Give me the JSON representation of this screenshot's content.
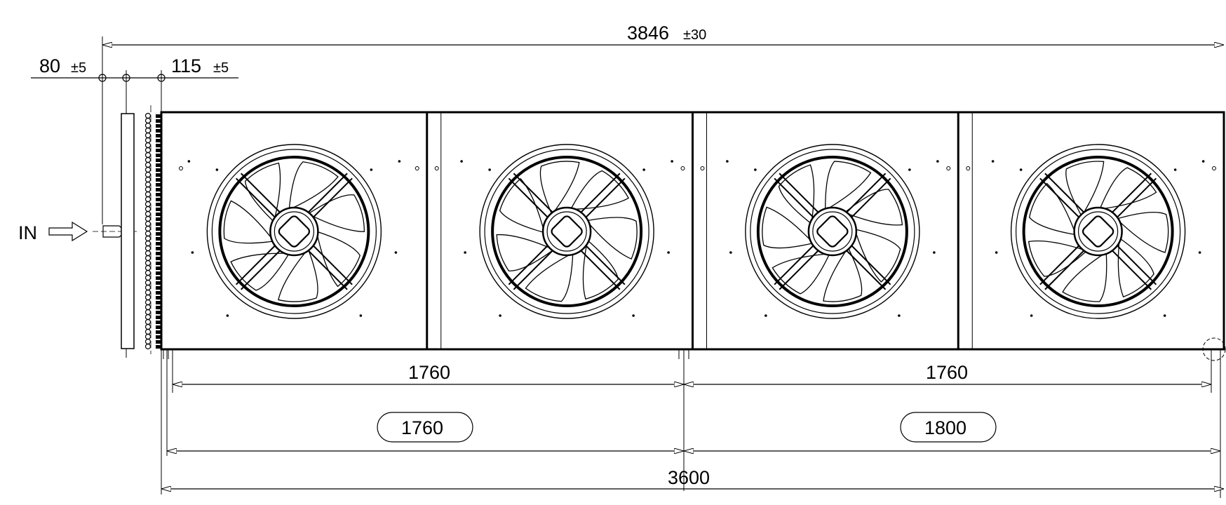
{
  "dimensions": {
    "overall": "3846",
    "overall_tol": "±30",
    "left_offset": "80",
    "left_offset_tol": "±5",
    "right_offset": "115",
    "right_offset_tol": "±5",
    "spacing_top_left": "1760",
    "spacing_top_right": "1760",
    "spacing_mid_left": "1760",
    "spacing_mid_right": "1800",
    "base_length": "3600"
  },
  "inlet_label": "IN",
  "fan_count": 4,
  "colors": {
    "line": "#000000",
    "background": "#ffffff"
  }
}
